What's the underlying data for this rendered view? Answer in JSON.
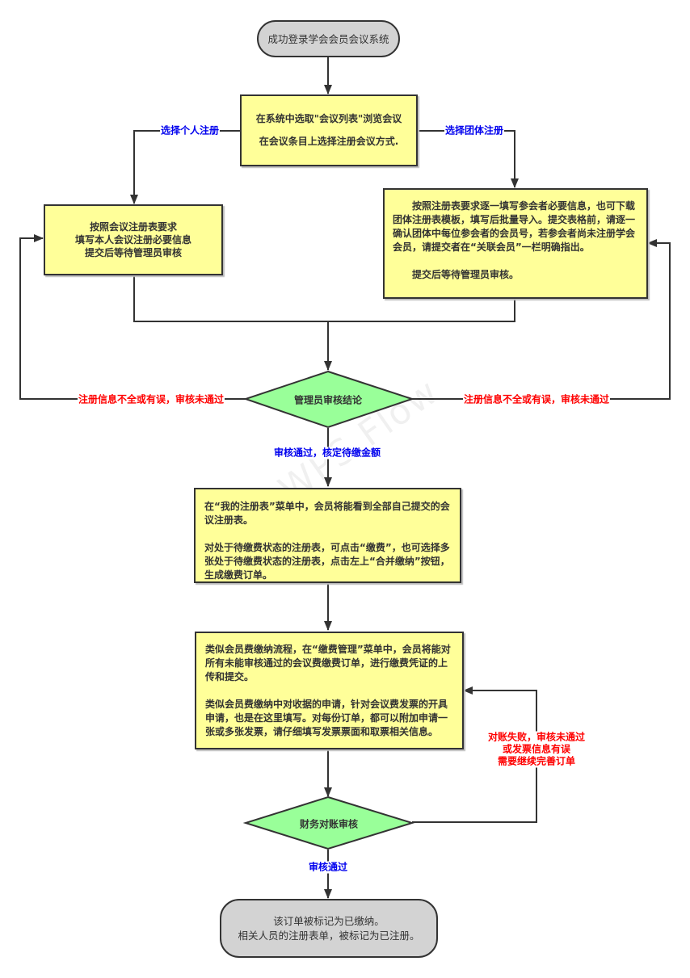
{
  "diagram": {
    "start": {
      "text": "成功登录学会会员会议系统"
    },
    "select_list": {
      "lines": [
        "在系统中选取\"会议列表\"浏览会议",
        "在会议条目上选择注册会议方式."
      ]
    },
    "individual_reg": {
      "lines": [
        "按照会议注册表要求",
        "填写本人会议注册必要信息",
        "提交后等待管理员审核"
      ]
    },
    "group_reg": {
      "paragraphs": [
        "按照注册表要求逐一填写参会者必要信息，也可下载团体注册表模板，填写后批量导入。提交表格前，请逐一确认团体中每位参会者的会员号，若参会者尚未注册学会会员，请提交者在“关联会员”一栏明确指出。",
        "提交后等待管理员审核。"
      ]
    },
    "admin_review": {
      "text": "管理员审核结论"
    },
    "my_forms": {
      "paragraphs": [
        "在“我的注册表”菜单中，会员将能看到全部自己提交的会议注册表。",
        "对处于待缴费状态的注册表，可点击“缴费”，也可选择多张处于待缴费状态的注册表，点击左上“合并缴纳”按钮，生成缴费订单。"
      ]
    },
    "payment_mgmt": {
      "paragraphs": [
        "类似会员费缴纳流程，在“缴费管理”菜单中，会员将能对所有未能审核通过的会议费缴费订单，进行缴费凭证的上传和提交。",
        "类似会员费缴纳中对收据的申请，针对会议费发票的开具申请，也是在这里填写。对每份订单，都可以附加申请一张或多张发票，请仔细填写发票票面和取票相关信息。"
      ]
    },
    "finance_review": {
      "text": "财务对账审核"
    },
    "end": {
      "lines": [
        "该订单被标记为已缴纳。",
        "相关人员的注册表单，被标记为已注册。"
      ]
    },
    "edge_labels": {
      "choose_individual": "选择个人注册",
      "choose_group": "选择团体注册",
      "reject_left": "注册信息不全或有误，审核未通过",
      "reject_right": "注册信息不全或有误，审核未通过",
      "approved_amount": "审核通过，核定待缴金额",
      "finance_fail": "对账失败，审核未通过\n或发票信息有误\n需要继续完善订单",
      "finance_pass": "审核通过"
    },
    "watermark": "WPS Flow"
  },
  "colors": {
    "terminal_fill": "#d3d3d3",
    "process_fill": "#ffff99",
    "decision_fill": "#99ff99",
    "stroke": "#333333",
    "label_blue": "#0000ee",
    "label_red": "#ff0000"
  }
}
